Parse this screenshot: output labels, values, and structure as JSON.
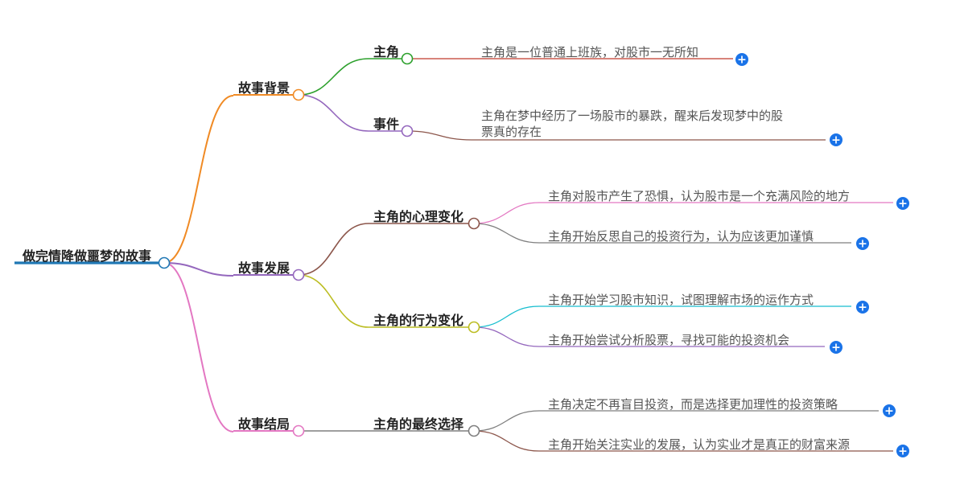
{
  "root": {
    "label": "做完情降做噩梦的故事",
    "color": "#1f77b4"
  },
  "branches": [
    {
      "id": "background",
      "label": "故事背景",
      "color": "#f08a24",
      "children": [
        {
          "id": "protagonist",
          "label": "主角",
          "color": "#2ca02c",
          "leaves": [
            {
              "id": "bg-leaf-1",
              "lines": [
                "主角是一位普通上班族，对股市一无所知"
              ],
              "color": "#c0392b"
            }
          ]
        },
        {
          "id": "event",
          "label": "事件",
          "color": "#9467bd",
          "leaves": [
            {
              "id": "bg-leaf-2",
              "lines": [
                "主角在梦中经历了一场股市的暴跌，醒来后发现梦中的股",
                "票真的存在"
              ],
              "color": "#8c564b"
            }
          ]
        }
      ]
    },
    {
      "id": "development",
      "label": "故事发展",
      "color": "#9467bd",
      "children": [
        {
          "id": "mental-change",
          "label": "主角的心理变化",
          "color": "#8c564b",
          "leaves": [
            {
              "id": "dev-leaf-1",
              "lines": [
                "主角对股市产生了恐惧，认为股市是一个充满风险的地方"
              ],
              "color": "#e377c2"
            },
            {
              "id": "dev-leaf-2",
              "lines": [
                "主角开始反思自己的投资行为，认为应该更加谨慎"
              ],
              "color": "#7f7f7f"
            }
          ]
        },
        {
          "id": "behavior-change",
          "label": "主角的行为变化",
          "color": "#bcbd22",
          "leaves": [
            {
              "id": "dev-leaf-3",
              "lines": [
                "主角开始学习股市知识，试图理解市场的运作方式"
              ],
              "color": "#17becf"
            },
            {
              "id": "dev-leaf-4",
              "lines": [
                "主角开始尝试分析股票，寻找可能的投资机会"
              ],
              "color": "#9467bd"
            }
          ]
        }
      ]
    },
    {
      "id": "ending",
      "label": "故事结局",
      "color": "#e377c2",
      "children": [
        {
          "id": "final-choice",
          "label": "主角的最终选择",
          "color": "#7f7f7f",
          "leaves": [
            {
              "id": "end-leaf-1",
              "lines": [
                "主角决定不再盲目投资，而是选择更加理性的投资策略"
              ],
              "color": "#7f7f7f"
            },
            {
              "id": "end-leaf-2",
              "lines": [
                "主角开始关注实业的发展，认为实业才是真正的财富来源"
              ],
              "color": "#8c564b"
            }
          ]
        }
      ]
    }
  ],
  "expand_button": {
    "symbol": "+",
    "color": "#1a73e8"
  }
}
